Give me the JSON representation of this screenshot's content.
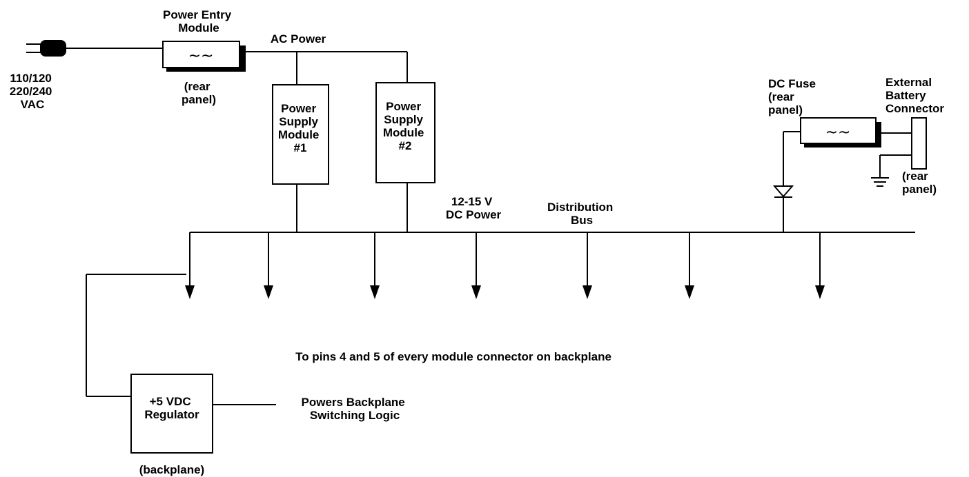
{
  "source": {
    "voltage_lines": [
      "110/120",
      "220/240",
      "VAC"
    ]
  },
  "power_entry": {
    "title_lines": [
      "Power Entry",
      "Module"
    ],
    "location_lines": [
      "(rear",
      "panel)"
    ],
    "symbol": "~~"
  },
  "ac_power_label": "AC Power",
  "psu1_lines": [
    "Power",
    "Supply",
    "Module",
    "#1"
  ],
  "psu2_lines": [
    "Power",
    "Supply",
    "Module",
    "#2"
  ],
  "dc_power_lines": [
    "12-15 V",
    "DC Power"
  ],
  "bus_label_lines": [
    "Distribution",
    "Bus"
  ],
  "dc_fuse": {
    "title_lines": [
      "DC Fuse",
      "(rear",
      "panel)"
    ],
    "symbol": "~~"
  },
  "battery": {
    "title_lines": [
      "External",
      "Battery",
      "Connector"
    ],
    "location_lines": [
      "(rear",
      "panel)"
    ]
  },
  "pins_label": "To pins 4 and 5 of every module connector on backplane",
  "regulator": {
    "lines": [
      "+5 VDC",
      "Regulator"
    ],
    "location": "(backplane)",
    "output_lines": [
      "Powers Backplane",
      "Switching Logic"
    ]
  },
  "icons": [
    "ac-plug-icon",
    "fuse-icon",
    "diode-icon",
    "ground-icon",
    "arrow-down-icon"
  ]
}
